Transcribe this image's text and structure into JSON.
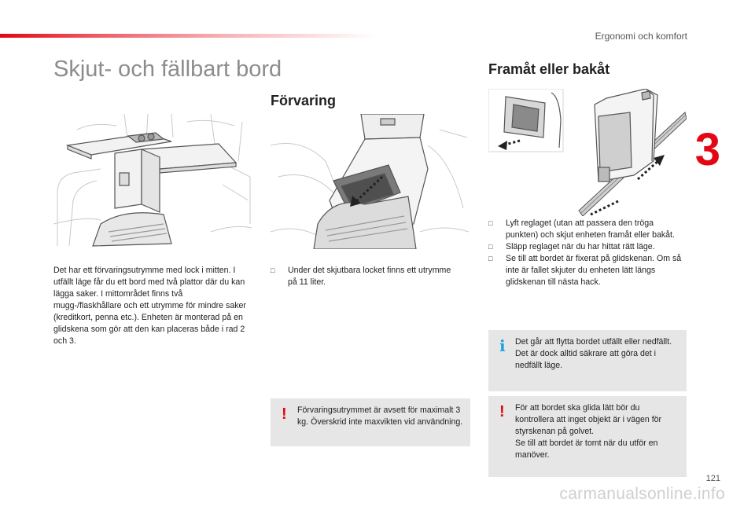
{
  "header": {
    "section": "Ergonomi och komfort",
    "chapter": "3",
    "accent_color": "#e30613"
  },
  "left": {
    "title": "Skjut- och fällbart bord",
    "paragraph": "Det har ett förvaringsutrymme med lock i mitten. I utfällt läge får du ett bord med två plattor där du kan lägga saker. I mittområdet finns två mugg-/flaskhållare och ett utrymme för mindre saker (kreditkort, penna etc.). Enheten är monterad på en glidskena som gör att den kan placeras både i rad 2 och 3."
  },
  "middle": {
    "title": "Förvaring",
    "bullets": [
      "Under det skjutbara locket finns ett utrymme på 11 liter."
    ],
    "warning": "Förvaringsutrymmet är avsett för maximalt 3 kg. Överskrid inte maxvikten vid användning."
  },
  "right": {
    "title": "Framåt eller bakåt",
    "bullets": [
      "Lyft reglaget (utan att passera den tröga punkten) och skjut enheten framåt eller bakåt.",
      "Släpp reglaget när du har hittat rätt läge.",
      "Se till att bordet är fixerat på glidskenan. Om så inte är fallet skjuter du enheten lätt längs glidskenan till nästa hack."
    ],
    "info": "Det går att flytta bordet utfällt eller nedfällt. Det är dock alltid säkrare att göra det i nedfällt läge.",
    "warning": "För att bordet ska glida lätt bör du kontrollera att inget objekt är i vägen för styrskenan på golvet.\nSe till att bordet är tomt när du utför en manöver."
  },
  "footer": {
    "page_number": "121",
    "watermark": "carmanualsonline.info"
  },
  "icons": {
    "bullet": "square-bullet-icon",
    "info": "info-icon",
    "warning": "exclamation-icon"
  }
}
